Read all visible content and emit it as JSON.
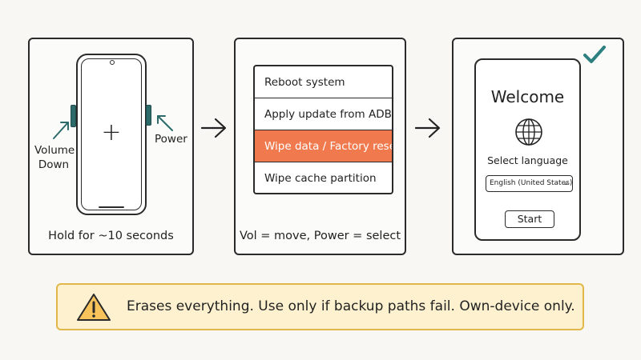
{
  "steps": [
    {
      "volume_label": "Volume Down",
      "power_label": "Power",
      "caption": "Hold for ~10 seconds"
    },
    {
      "menu_items": [
        "Reboot system",
        "Apply update from ADB",
        "Wipe data / Factory reset",
        "Wipe cache partition"
      ],
      "selected_index": 2,
      "caption": "Vol = move, Power = select"
    },
    {
      "welcome_title": "Welcome",
      "select_language_label": "Select language",
      "language_value": "English (United States)",
      "start_label": "Start"
    }
  ],
  "warning": {
    "text": "Erases everything. Use only if backup paths fail. Own-device only."
  },
  "colors": {
    "accent_teal": "#2d6b6b",
    "highlight_orange": "#f07a4e",
    "warning_bg": "#fdf1cf",
    "warning_border": "#e2b74a",
    "check_teal": "#2d8080"
  },
  "icons": {
    "arrow": "arrow-right-icon",
    "globe": "globe-icon",
    "check": "checkmark-icon",
    "warning": "warning-triangle-icon"
  }
}
